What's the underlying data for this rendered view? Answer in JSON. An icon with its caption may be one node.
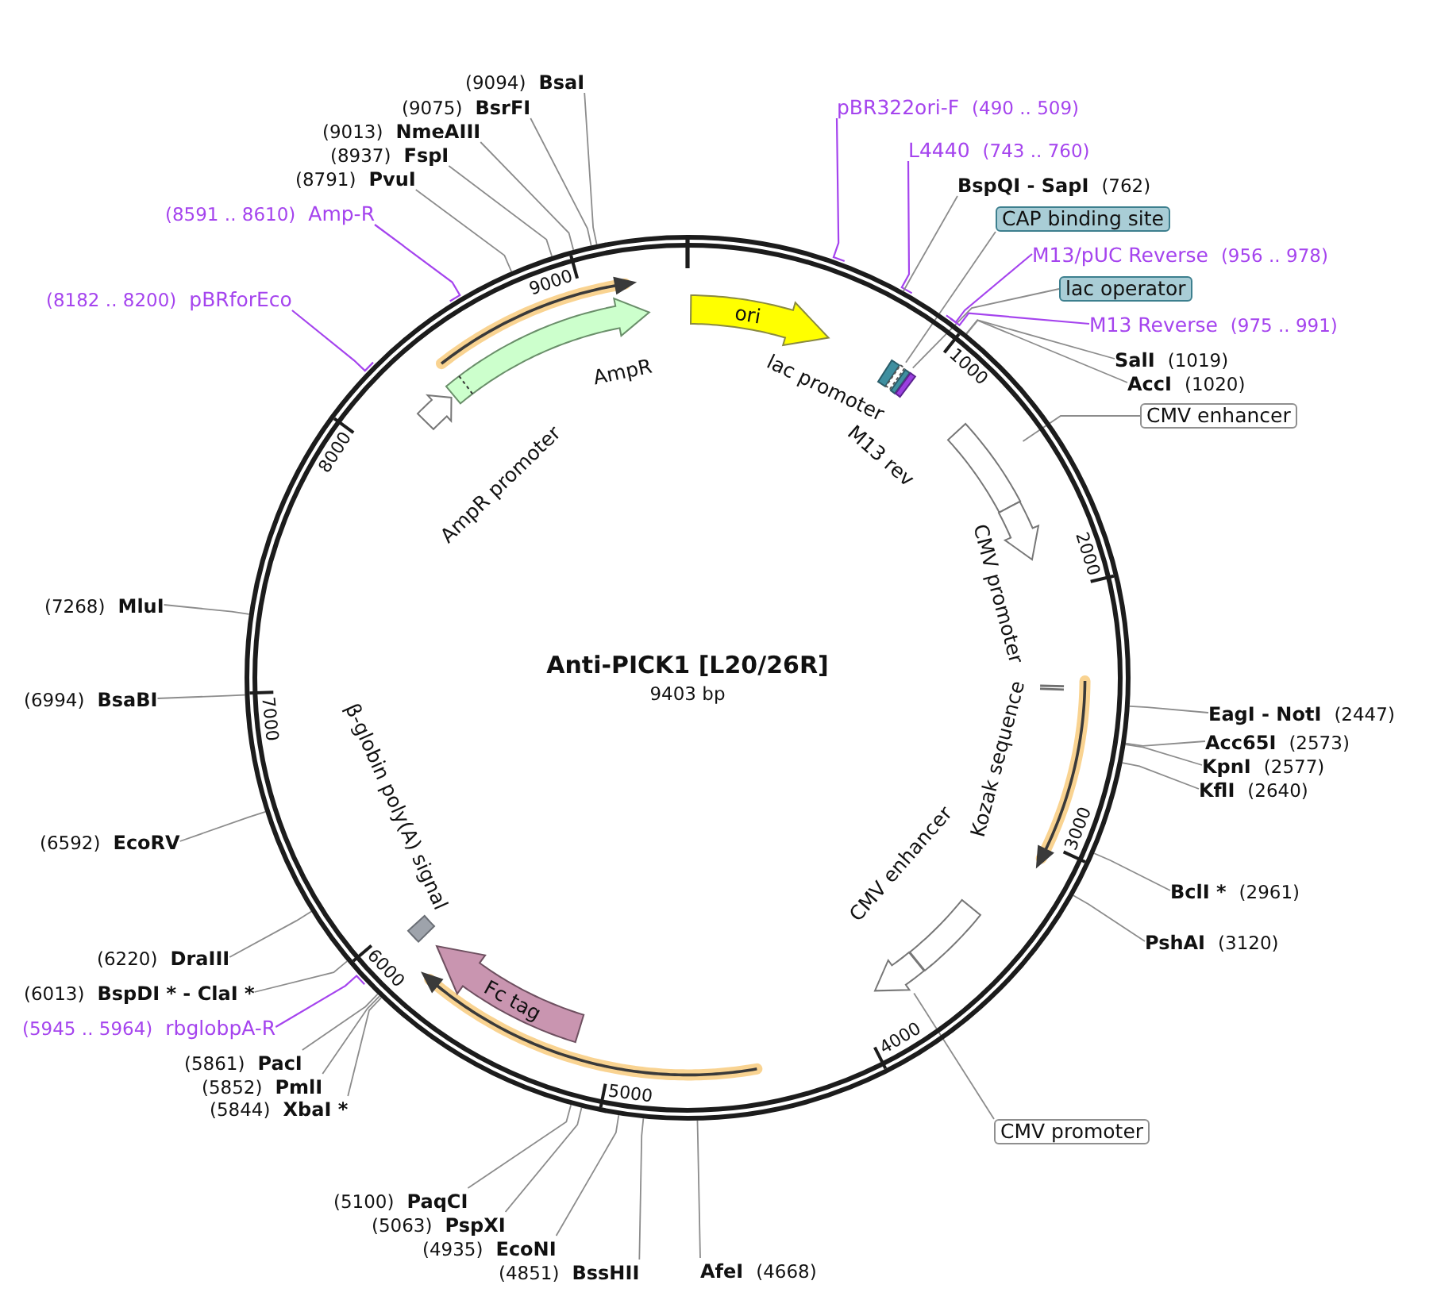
{
  "diagram": {
    "nodes": [
      {
        "text": [
          "Anti-PICK1 [L20/26R]",
          "9403 bp"
        ]
      },
      {
        "text": [
          "ori"
        ],
        "in": 0
      },
      {
        "text": [
          "lac promoter"
        ],
        "in": 0
      },
      {
        "text": [],
        "shape": "bar",
        "in": 0
      },
      {
        "text": [],
        "shape": "bar",
        "in": 0
      },
      {
        "text": [
          "M13 rev"
        ],
        "in": 0
      },
      {
        "text": [],
        "shape": "bar",
        "in": 0
      },
      {
        "text": [
          "CMV promoter"
        ],
        "in": 0
      },
      {
        "text": [
          "Kozak sequence"
        ],
        "in": 0
      },
      {
        "text": [],
        "shape": "arrow",
        "in": 0
      },
      {
        "text": [
          "CMV enhancer"
        ],
        "in": 0
      },
      {
        "text": [],
        "shape": "arrow",
        "in": 0
      },
      {
        "text": [],
        "shape": "arrow",
        "in": 0
      },
      {
        "text": [
          "Fc tag"
        ],
        "in": 0
      },
      {
        "text": [
          "β-globin poly(A) signal"
        ],
        "in": 0
      },
      {
        "text": [
          "AmpR promoter"
        ],
        "in": 0
      },
      {
        "text": [
          "AmpR"
        ],
        "in": 0
      },
      {
        "text": [],
        "shape": "arrow",
        "in": 0
      },
      {
        "text": [
          "pBR322ori-F"
        ],
        "beside": [
          "(490 .. 509)"
        ]
      },
      {
        "text": [
          "L4440"
        ],
        "beside": [
          "(743 .. 760)"
        ]
      },
      {
        "text": [
          "BspQI - SapI"
        ],
        "beside": [
          "(762)"
        ]
      },
      {
        "text": [
          "CAP binding site"
        ]
      },
      {
        "text": [
          "M13/pUC Reverse"
        ],
        "beside": [
          "(956 .. 978)"
        ]
      },
      {
        "text": [
          "lac operator"
        ]
      },
      {
        "text": [
          "M13 Reverse"
        ],
        "beside": [
          "(975 .. 991)"
        ]
      },
      {
        "text": [
          "SalI"
        ],
        "beside": [
          "(1019)"
        ]
      },
      {
        "text": [
          "AccI"
        ],
        "beside": [
          "(1020)"
        ]
      },
      {
        "text": [
          "CMV enhancer"
        ]
      },
      {
        "text": [
          "EagI - NotI"
        ],
        "beside": [
          "(2447)"
        ]
      },
      {
        "text": [
          "Acc65I"
        ],
        "beside": [
          "(2573)"
        ]
      },
      {
        "text": [
          "KpnI"
        ],
        "beside": [
          "(2577)"
        ]
      },
      {
        "text": [
          "KflI"
        ],
        "beside": [
          "(2640)"
        ]
      },
      {
        "text": [
          "BclI *"
        ],
        "beside": [
          "(2961)"
        ]
      },
      {
        "text": [
          "PshAI"
        ],
        "beside": [
          "(3120)"
        ]
      },
      {
        "text": [
          "CMV promoter"
        ]
      },
      {
        "text": [
          "AfeI"
        ],
        "beside": [
          "(4668)"
        ]
      },
      {
        "text": [
          "BssHII"
        ],
        "beside": [
          "(4851)"
        ]
      },
      {
        "text": [
          "EcoNI"
        ],
        "beside": [
          "(4935)"
        ]
      },
      {
        "text": [
          "PspXI"
        ],
        "beside": [
          "(5063)"
        ]
      },
      {
        "text": [
          "PaqCI"
        ],
        "beside": [
          "(5100)"
        ]
      },
      {
        "text": [
          "XbaI *"
        ],
        "beside": [
          "(5844)"
        ]
      },
      {
        "text": [
          "PmlI"
        ],
        "beside": [
          "(5852)"
        ]
      },
      {
        "text": [
          "PacI"
        ],
        "beside": [
          "(5861)"
        ]
      },
      {
        "text": [
          "rbglobpA-R"
        ],
        "beside": [
          "(5945 .. 5964)"
        ]
      },
      {
        "text": [
          "BspDI * - ClaI *"
        ],
        "beside": [
          "(6013)"
        ]
      },
      {
        "text": [
          "DraIII"
        ],
        "beside": [
          "(6220)"
        ]
      },
      {
        "text": [
          "EcoRV"
        ],
        "beside": [
          "(6592)"
        ]
      },
      {
        "text": [
          "BsaBI"
        ],
        "beside": [
          "(6994)"
        ]
      },
      {
        "text": [
          "MluI"
        ],
        "beside": [
          "(7268)"
        ]
      },
      {
        "text": [
          "pBRforEco"
        ],
        "beside": [
          "(8182 .. 8200)"
        ]
      },
      {
        "text": [
          "Amp-R"
        ],
        "beside": [
          "(8591 .. 8610)"
        ]
      },
      {
        "text": [
          "PvuI"
        ],
        "beside": [
          "(8791)"
        ]
      },
      {
        "text": [
          "FspI"
        ],
        "beside": [
          "(8937)"
        ]
      },
      {
        "text": [
          "NmeAIII"
        ],
        "beside": [
          "(9013)"
        ]
      },
      {
        "text": [
          "BsrFI"
        ],
        "beside": [
          "(9075)"
        ]
      },
      {
        "text": [
          "BsaI"
        ],
        "beside": [
          "(9094)"
        ]
      }
    ],
    "edges": [
      {
        "from": 18,
        "to": 0,
        "arrow": "none",
        "color": "#a544ee"
      },
      {
        "from": 19,
        "to": 0,
        "arrow": "none",
        "color": "#a544ee"
      },
      {
        "from": 20,
        "to": 0,
        "arrow": "none"
      },
      {
        "from": 21,
        "to": 3,
        "arrow": "none"
      },
      {
        "from": 22,
        "to": 0,
        "arrow": "none",
        "color": "#a544ee"
      },
      {
        "from": 23,
        "to": 4,
        "arrow": "none"
      },
      {
        "from": 24,
        "to": 0,
        "arrow": "none",
        "color": "#a544ee"
      },
      {
        "from": 25,
        "to": 0,
        "arrow": "none"
      },
      {
        "from": 26,
        "to": 0,
        "arrow": "none"
      },
      {
        "from": 27,
        "to": 6,
        "arrow": "none"
      },
      {
        "from": 28,
        "to": 0,
        "arrow": "none"
      },
      {
        "from": 29,
        "to": 0,
        "arrow": "none"
      },
      {
        "from": 30,
        "to": 0,
        "arrow": "none"
      },
      {
        "from": 31,
        "to": 0,
        "arrow": "none"
      },
      {
        "from": 32,
        "to": 0,
        "arrow": "none"
      },
      {
        "from": 33,
        "to": 0,
        "arrow": "none"
      },
      {
        "from": 34,
        "to": 11,
        "arrow": "none"
      },
      {
        "from": 35,
        "to": 0,
        "arrow": "none"
      },
      {
        "from": 36,
        "to": 0,
        "arrow": "none"
      },
      {
        "from": 37,
        "to": 0,
        "arrow": "none"
      },
      {
        "from": 38,
        "to": 0,
        "arrow": "none"
      },
      {
        "from": 39,
        "to": 0,
        "arrow": "none"
      },
      {
        "from": 40,
        "to": 0,
        "arrow": "none"
      },
      {
        "from": 41,
        "to": 0,
        "arrow": "none"
      },
      {
        "from": 42,
        "to": 0,
        "arrow": "none"
      },
      {
        "from": 43,
        "to": 0,
        "arrow": "none",
        "color": "#a544ee"
      },
      {
        "from": 44,
        "to": 0,
        "arrow": "none"
      },
      {
        "from": 45,
        "to": 0,
        "arrow": "none"
      },
      {
        "from": 46,
        "to": 0,
        "arrow": "none"
      },
      {
        "from": 47,
        "to": 0,
        "arrow": "none"
      },
      {
        "from": 48,
        "to": 0,
        "arrow": "none"
      },
      {
        "from": 49,
        "to": 0,
        "arrow": "none",
        "color": "#a544ee"
      },
      {
        "from": 50,
        "to": 0,
        "arrow": "none",
        "color": "#a544ee"
      },
      {
        "from": 51,
        "to": 0,
        "arrow": "none"
      },
      {
        "from": 52,
        "to": 0,
        "arrow": "none"
      },
      {
        "from": 53,
        "to": 0,
        "arrow": "none"
      },
      {
        "from": 54,
        "to": 0,
        "arrow": "none"
      },
      {
        "from": 55,
        "to": 0,
        "arrow": "none"
      }
    ],
    "labels": [
      "1000",
      "2000",
      "3000",
      "4000",
      "5000",
      "6000",
      "7000",
      "8000",
      "9000"
    ]
  }
}
